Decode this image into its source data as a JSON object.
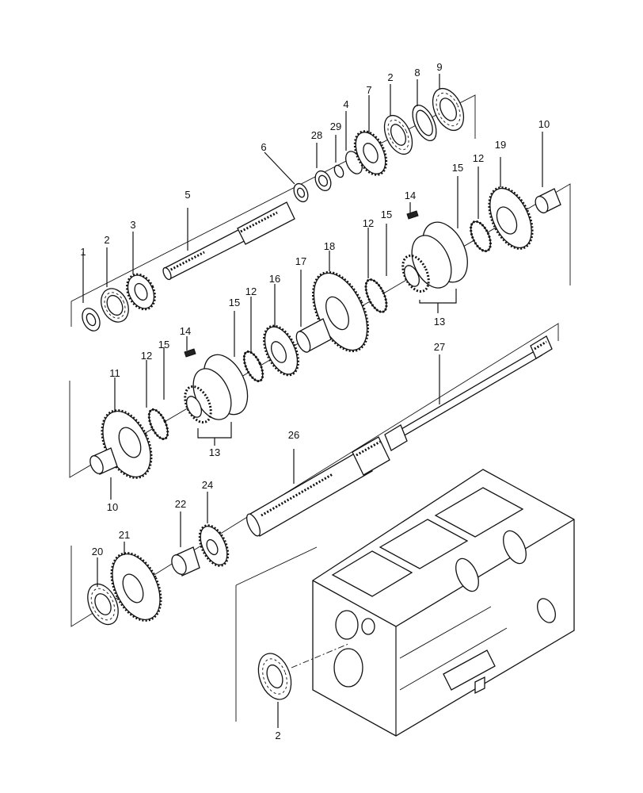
{
  "labels": {
    "l1": "1",
    "l2a": "2",
    "l3": "3",
    "l5": "5",
    "l6": "6",
    "l28": "28",
    "l29": "29",
    "l4": "4",
    "l7": "7",
    "l2b": "2",
    "l8": "8",
    "l9": "9",
    "l10a": "10",
    "l19": "19",
    "l12a": "12",
    "l15a": "15",
    "l14a": "14",
    "l15b": "15",
    "l12b": "12",
    "l18": "18",
    "l17": "17",
    "l16": "16",
    "l12c": "12",
    "l15c": "15",
    "l14b": "14",
    "l13a": "13",
    "l12d": "12",
    "l15d": "15",
    "l11": "11",
    "l13b": "13",
    "l10b": "10",
    "l27": "27",
    "l26": "26",
    "l24": "24",
    "l22": "22",
    "l21": "21",
    "l20": "20",
    "l2c": "2"
  }
}
